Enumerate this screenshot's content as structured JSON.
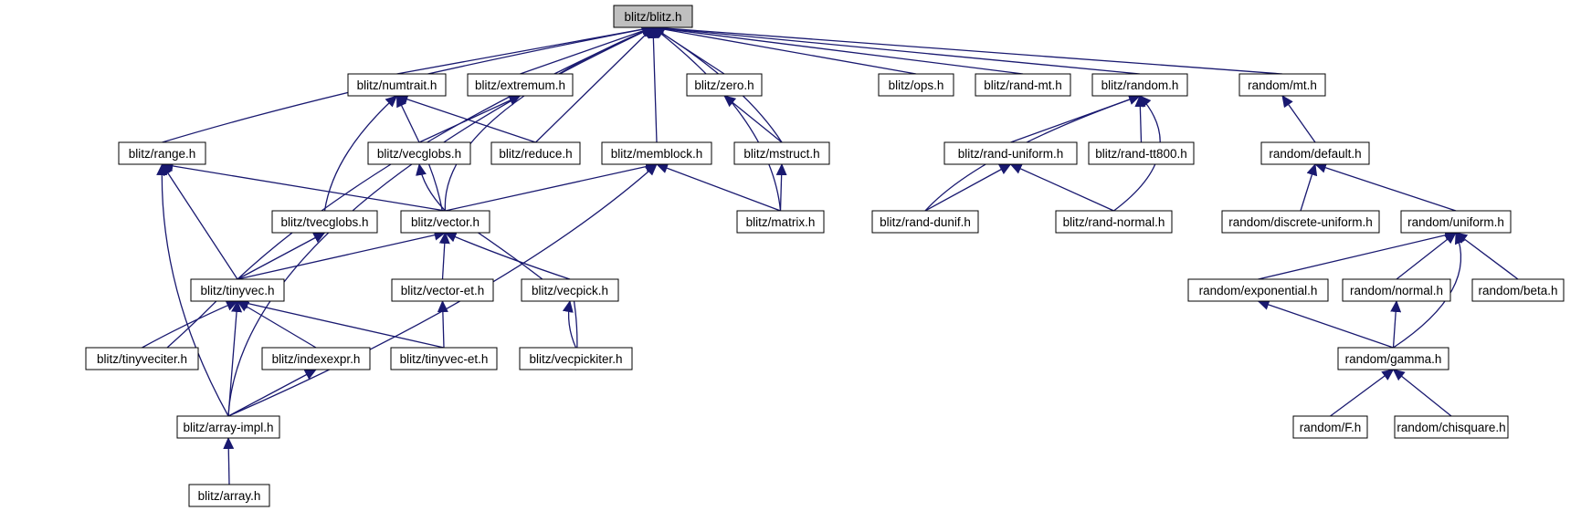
{
  "nodes": [
    {
      "id": "blitz_h",
      "label": "blitz/blitz.h",
      "highlight": true
    },
    {
      "id": "numtrait",
      "label": "blitz/numtrait.h"
    },
    {
      "id": "extremum",
      "label": "blitz/extremum.h"
    },
    {
      "id": "zero",
      "label": "blitz/zero.h"
    },
    {
      "id": "ops",
      "label": "blitz/ops.h"
    },
    {
      "id": "randmt",
      "label": "blitz/rand-mt.h"
    },
    {
      "id": "random",
      "label": "blitz/random.h"
    },
    {
      "id": "mt",
      "label": "random/mt.h"
    },
    {
      "id": "range",
      "label": "blitz/range.h"
    },
    {
      "id": "vecglobs",
      "label": "blitz/vecglobs.h"
    },
    {
      "id": "reduce",
      "label": "blitz/reduce.h"
    },
    {
      "id": "memblock",
      "label": "blitz/memblock.h"
    },
    {
      "id": "mstruct",
      "label": "blitz/mstruct.h"
    },
    {
      "id": "randuniform",
      "label": "blitz/rand-uniform.h"
    },
    {
      "id": "randtt800",
      "label": "blitz/rand-tt800.h"
    },
    {
      "id": "default",
      "label": "random/default.h"
    },
    {
      "id": "tvecglobs",
      "label": "blitz/tvecglobs.h"
    },
    {
      "id": "vector",
      "label": "blitz/vector.h"
    },
    {
      "id": "matrix",
      "label": "blitz/matrix.h"
    },
    {
      "id": "randdunif",
      "label": "blitz/rand-dunif.h"
    },
    {
      "id": "randnormal",
      "label": "blitz/rand-normal.h"
    },
    {
      "id": "discreteuniform",
      "label": "random/discrete-uniform.h"
    },
    {
      "id": "uniform",
      "label": "random/uniform.h"
    },
    {
      "id": "tinyvec",
      "label": "blitz/tinyvec.h"
    },
    {
      "id": "vectoret",
      "label": "blitz/vector-et.h"
    },
    {
      "id": "vecpick",
      "label": "blitz/vecpick.h"
    },
    {
      "id": "exponential",
      "label": "random/exponential.h"
    },
    {
      "id": "normal",
      "label": "random/normal.h"
    },
    {
      "id": "beta",
      "label": "random/beta.h"
    },
    {
      "id": "tinyveciter",
      "label": "blitz/tinyveciter.h"
    },
    {
      "id": "indexexpr",
      "label": "blitz/indexexpr.h"
    },
    {
      "id": "tinyvecet",
      "label": "blitz/tinyvec-et.h"
    },
    {
      "id": "vecpickiter",
      "label": "blitz/vecpickiter.h"
    },
    {
      "id": "gamma",
      "label": "random/gamma.h"
    },
    {
      "id": "arrayimpl",
      "label": "blitz/array-impl.h"
    },
    {
      "id": "F",
      "label": "random/F.h"
    },
    {
      "id": "chisquare",
      "label": "random/chisquare.h"
    },
    {
      "id": "array",
      "label": "blitz/array.h"
    }
  ],
  "colors": {
    "edge": "#191970",
    "node_border": "#000000",
    "node_fill": "#ffffff",
    "highlight_fill": "#bfbfbf"
  }
}
